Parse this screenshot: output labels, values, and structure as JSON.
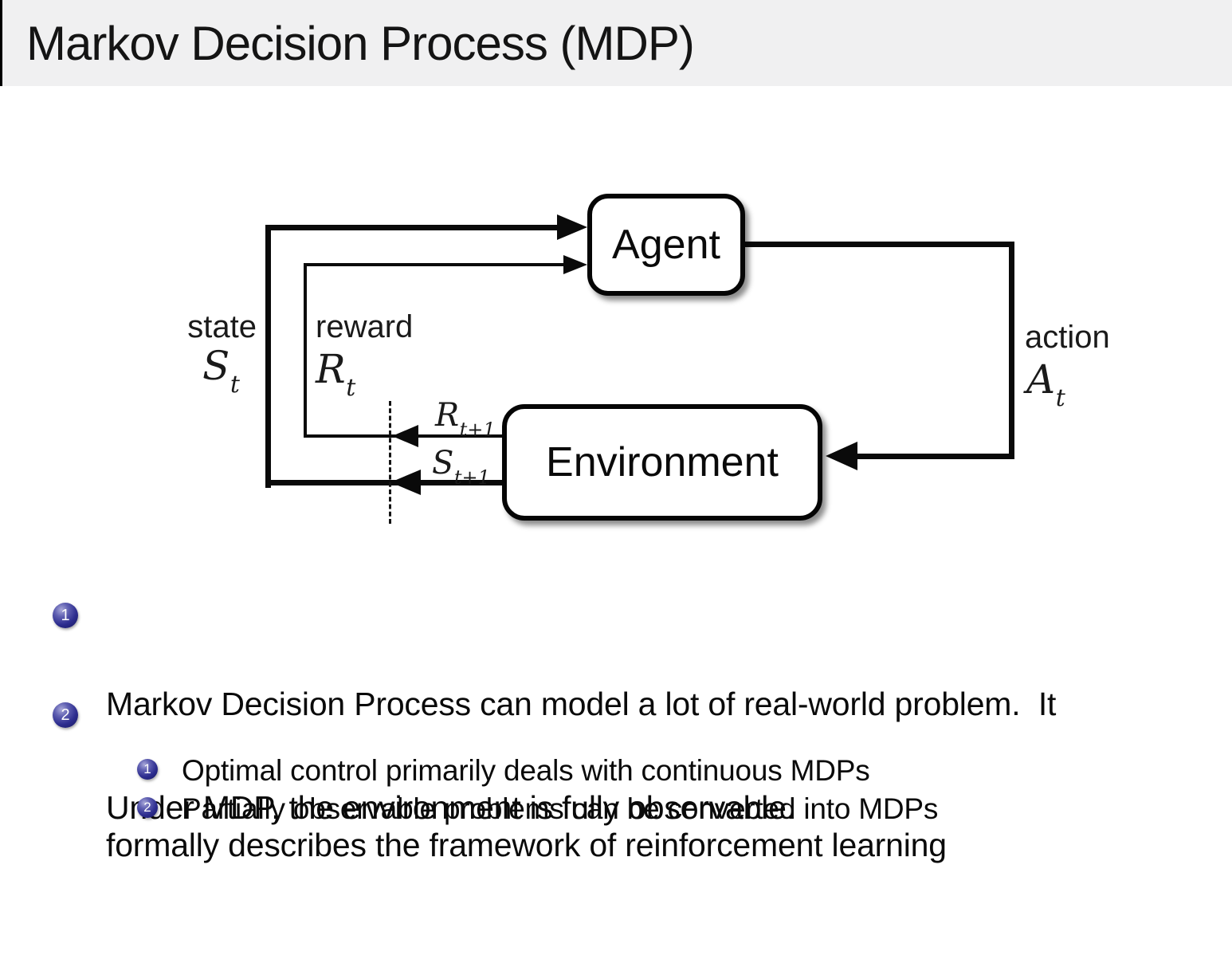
{
  "title": "Markov Decision Process (MDP)",
  "diagram": {
    "agent_label": "Agent",
    "environment_label": "Environment",
    "state_label": "state",
    "state_symbol": {
      "main": "S",
      "sub": "t"
    },
    "reward_label": "reward",
    "reward_symbol": {
      "main": "R",
      "sub": "t"
    },
    "action_label": "action",
    "action_symbol": {
      "main": "A",
      "sub": "t"
    },
    "next_reward_symbol": {
      "main": "R",
      "sub": "t+1"
    },
    "next_state_symbol": {
      "main": "S",
      "sub": "t+1"
    }
  },
  "bullets": [
    {
      "number": "1",
      "lines": [
        "Markov Decision Process can model a lot of real-world problem.  It",
        "formally describes the framework of reinforcement learning"
      ]
    },
    {
      "number": "2",
      "lines": [
        "Under MDP, the environment is fully observable."
      ],
      "sub_items": [
        {
          "number": "1",
          "text": "Optimal control primarily deals with continuous MDPs"
        },
        {
          "number": "2",
          "text": "Partially observable problems can be converted into MDPs"
        }
      ]
    }
  ],
  "colors": {
    "title_bg": "#f0f0f1",
    "bullet_ball": "#2d2d8f",
    "line": "#0a0a0a"
  }
}
